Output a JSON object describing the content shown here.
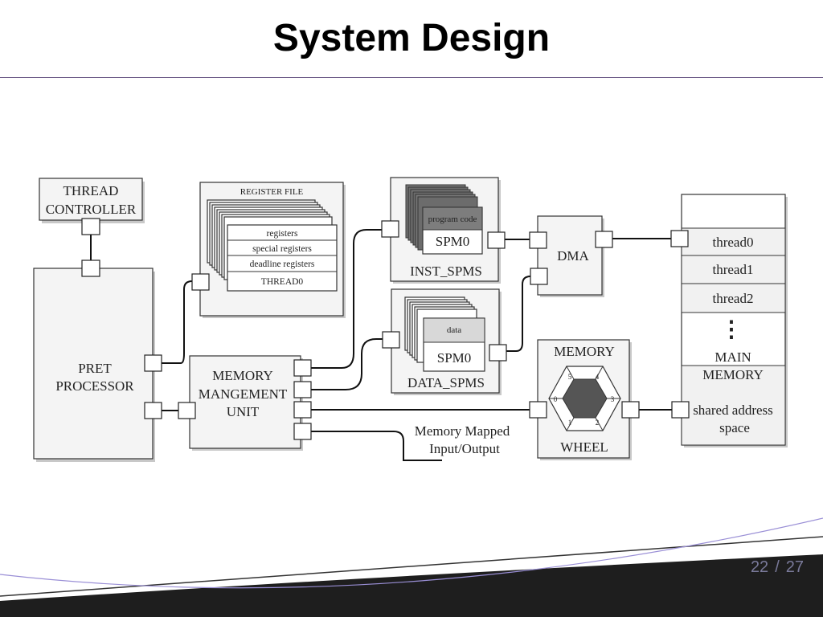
{
  "slide": {
    "title": "System Design",
    "page_current": "22",
    "page_separator": "/",
    "page_total": "27"
  },
  "diagram": {
    "thread_controller": {
      "line1": "THREAD",
      "line2": "CONTROLLER"
    },
    "pret_processor": {
      "line1": "PRET",
      "line2": "PROCESSOR"
    },
    "register_file": {
      "title": "REGISTER FILE",
      "rows": [
        "registers",
        "special registers",
        "deadline registers",
        "THREAD0"
      ]
    },
    "mmu": {
      "line1": "MEMORY",
      "line2": "MANGEMENT",
      "line3": "UNIT"
    },
    "inst_spms": {
      "label": "INST_SPMS",
      "header": "program code",
      "spm": "SPM0"
    },
    "data_spms": {
      "label": "DATA_SPMS",
      "header": "data",
      "spm": "SPM0"
    },
    "dma": {
      "label": "DMA"
    },
    "memory_wheel": {
      "top": "MEMORY",
      "bottom": "WHEEL",
      "slots": [
        "5",
        "4",
        "0",
        "3",
        "1",
        "2"
      ]
    },
    "main_memory": {
      "threads": [
        "thread0",
        "thread1",
        "thread2"
      ],
      "ellipsis": "⋮",
      "line1": "MAIN",
      "line2": "MEMORY",
      "line3": "shared address",
      "line4": "space"
    },
    "mmio": {
      "line1": "Memory Mapped",
      "line2": "Input/Output"
    }
  }
}
